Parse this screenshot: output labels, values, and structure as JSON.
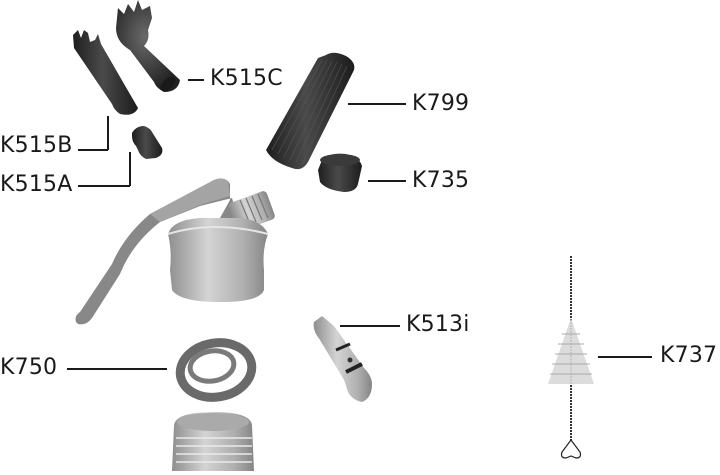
{
  "diagram": {
    "type": "exploded-parts-diagram",
    "parts": [
      {
        "id": "K515C",
        "label": "K515C",
        "description": "tulip decorating tip"
      },
      {
        "id": "K799",
        "label": "K799",
        "description": "ribbed grip sleeve"
      },
      {
        "id": "K515B",
        "label": "K515B",
        "description": "straight decorating tip"
      },
      {
        "id": "K515A",
        "label": "K515A",
        "description": "adapter nozzle"
      },
      {
        "id": "K735",
        "label": "K735",
        "description": "cap"
      },
      {
        "id": "K513i",
        "label": "K513i",
        "description": "valve"
      },
      {
        "id": "K750",
        "label": "K750",
        "description": "head gasket rings"
      },
      {
        "id": "K737",
        "label": "K737",
        "description": "cleaning brush"
      }
    ],
    "unlabeled_parts": [
      "dispenser head with lever",
      "bottle neck"
    ]
  },
  "colors": {
    "background": "#ffffff",
    "label_text": "#1a1a1a",
    "plastic_dark": "#2e2e2e",
    "metal_light": "#b8b8b8",
    "gasket_gray": "#6e6e6e"
  }
}
